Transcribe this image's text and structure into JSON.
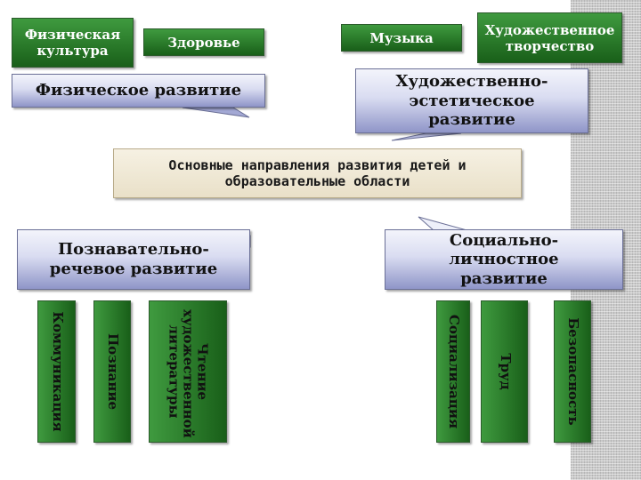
{
  "colors": {
    "green_box": "#2a7a2a",
    "blue_box": "#d9dcf1",
    "center_box": "#e9e0c8",
    "stripe": "#c9c9c9"
  },
  "top_left": {
    "fizicheskaya_kultura": "Физическая культура",
    "zdorovye": "Здоровье",
    "fizicheskoe_razvitie": "Физическое развитие"
  },
  "top_right": {
    "muzyka": "Музыка",
    "khudozhestvennoe_tvorchestvo": "Художественное творчество",
    "khudozhestvenno_esteticheskoe": "Художественно-эстетическое развитие"
  },
  "center": {
    "title": "Основные направления развития детей и образовательные области"
  },
  "bottom_left": {
    "poznavatelno_rechevoe": "Познавательно-речевое развитие",
    "areas": [
      "Коммуникация",
      "Познание",
      "Чтение художественной литературы"
    ]
  },
  "bottom_right": {
    "socialno_lichnostnoe": "Социально-личностное развитие",
    "areas": [
      "Социализация",
      "Труд",
      "Безопасность"
    ]
  }
}
